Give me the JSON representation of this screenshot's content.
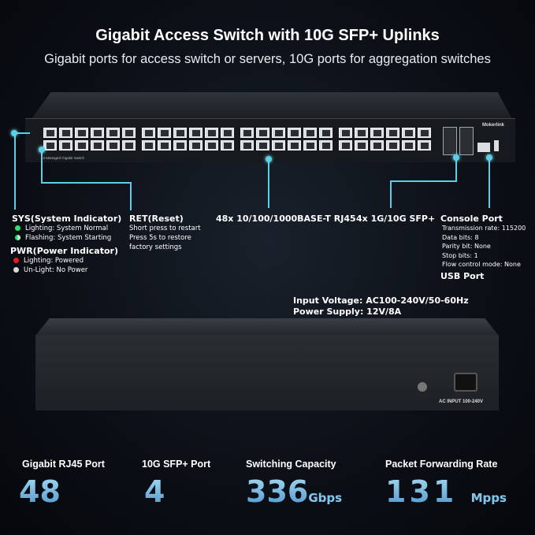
{
  "header": {
    "title": "Gigabit Access Switch with 10G SFP+ Uplinks",
    "subtitle": "Gigabit ports for access switch or servers, 10G ports for aggregation switches"
  },
  "device": {
    "brand": "Mokerlink",
    "front_label": "L3 Managed Gigabit Switch",
    "rear_label": "AC INPUT 100-240V"
  },
  "callouts": {
    "sys": {
      "title": "SYS(System Indicator)",
      "items": [
        {
          "color": "#2ee06a",
          "text": "Lighting: System Normal"
        },
        {
          "color": "#7ee89a",
          "text": "Flashing: System Starting"
        }
      ]
    },
    "pwr": {
      "title": "PWR(Power Indicator)",
      "items": [
        {
          "color": "#e21c1c",
          "text": "Lighting: Powered"
        },
        {
          "color": "#d8d8d8",
          "text": "Un-Light: No Power"
        }
      ]
    },
    "ret": {
      "title": "RET(Reset)",
      "lines": [
        "Short press to restart",
        "Press 5s to restore",
        "factory settings"
      ]
    },
    "rj45": "48x 10/100/1000BASE-T RJ45",
    "sfp": "4x 1G/10G SFP+",
    "console": {
      "title": "Console Port",
      "lines": [
        "Transmission rate: 115200",
        "Data bits: 8",
        "Parity bit: None",
        "Stop bits: 1",
        "Flow control mode: None"
      ]
    },
    "usb": "USB Port",
    "power": {
      "voltage": "Input Voltage: AC100-240V/50-60Hz",
      "supply": "Power Supply: 12V/8A"
    }
  },
  "stats": [
    {
      "label": "Gigabit RJ45 Port",
      "value": "48",
      "unit": ""
    },
    {
      "label": "10G SFP+ Port",
      "value": "4",
      "unit": ""
    },
    {
      "label": "Switching Capacity",
      "value": "336",
      "unit": "Gbps"
    },
    {
      "label": "Packet Forwarding Rate",
      "value": "131",
      "unit": "Mpps"
    }
  ],
  "colors": {
    "accent": "#5ccfe8",
    "number_gradient": "#7fc4ea"
  }
}
